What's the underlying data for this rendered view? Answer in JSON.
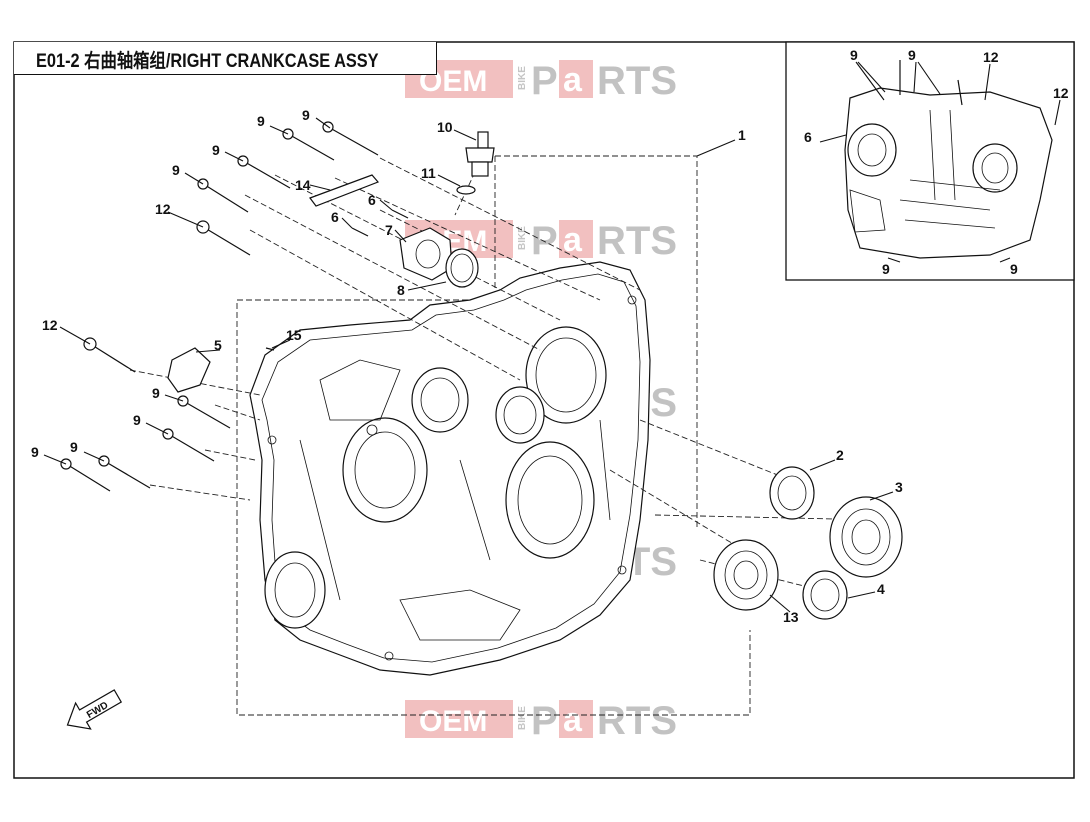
{
  "diagram": {
    "title": "E01-2 右曲轴箱组/RIGHT CRANKCASE ASSY",
    "watermark": {
      "left": "OEM",
      "middle": "BIKE",
      "right_a": "P",
      "right_b": "a",
      "right_c": "RTS",
      "color": "#e88f8f"
    },
    "callouts": {
      "c1": "1",
      "c2": "2",
      "c3": "3",
      "c4": "4",
      "c5": "5",
      "c6a": "6",
      "c6b": "6",
      "c7": "7",
      "c8": "8",
      "c9a": "9",
      "c9b": "9",
      "c9c": "9",
      "c9d": "9",
      "c9e": "9",
      "c9f": "9",
      "c9g": "9",
      "c9h": "9",
      "c10": "10",
      "c11": "11",
      "c12a": "12",
      "c12b": "12",
      "c13": "13",
      "c14": "14",
      "c15": "15"
    },
    "inset_callouts": {
      "i9a": "9",
      "i9b": "9",
      "i12a": "12",
      "i12b": "12",
      "i6": "6",
      "i9c": "9",
      "i9d": "9"
    },
    "fwd_label": "FWD"
  }
}
